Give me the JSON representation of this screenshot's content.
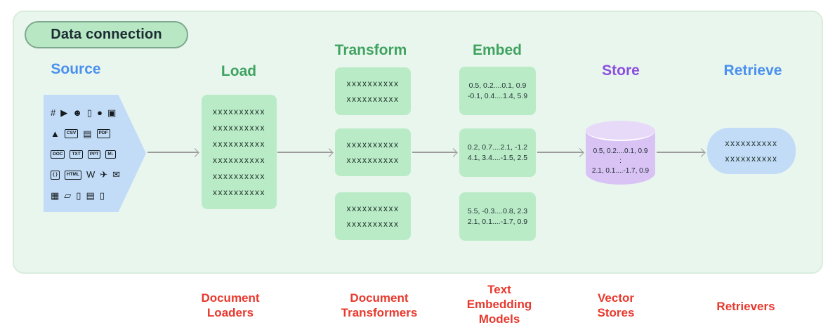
{
  "badge": {
    "label": "Data connection"
  },
  "headers": {
    "source": "Source",
    "load": "Load",
    "transform": "Transform",
    "embed": "Embed",
    "store": "Store",
    "retrieve": "Retrieve"
  },
  "source": {
    "icons": [
      {
        "name": "slack-icon",
        "glyph": "#"
      },
      {
        "name": "youtube-icon",
        "glyph": "▶"
      },
      {
        "name": "discord-icon",
        "glyph": "☻"
      },
      {
        "name": "file-icon",
        "glyph": "▯"
      },
      {
        "name": "github-icon",
        "glyph": "●"
      },
      {
        "name": "image-icon",
        "glyph": "▣"
      },
      {
        "name": "google-drive-icon",
        "glyph": "▲"
      },
      {
        "name": "csv-file-icon",
        "glyph": "CSV"
      },
      {
        "name": "document-icon",
        "glyph": "▤"
      },
      {
        "name": "pdf-file-icon",
        "glyph": "PDF"
      },
      {
        "name": "doc-file-icon",
        "glyph": "DOC"
      },
      {
        "name": "txt-file-icon",
        "glyph": "TXT"
      },
      {
        "name": "ppt-file-icon",
        "glyph": "PPT"
      },
      {
        "name": "markdown-icon",
        "glyph": "M↓"
      },
      {
        "name": "code-icon",
        "glyph": "{ }"
      },
      {
        "name": "html-icon",
        "glyph": "HTML"
      },
      {
        "name": "wikipedia-icon",
        "glyph": "W"
      },
      {
        "name": "twitter-icon",
        "glyph": "✈"
      },
      {
        "name": "email-icon",
        "glyph": "✉"
      },
      {
        "name": "archive-icon",
        "glyph": "▦"
      },
      {
        "name": "folder-icon",
        "glyph": "▱"
      },
      {
        "name": "file-icon-2",
        "glyph": "▯"
      },
      {
        "name": "file-icon-3",
        "glyph": "▤"
      },
      {
        "name": "file-icon-4",
        "glyph": "▯"
      }
    ]
  },
  "load": {
    "lines": [
      "xxxxxxxxxx",
      "xxxxxxxxxx",
      "xxxxxxxxxx",
      "xxxxxxxxxx",
      "xxxxxxxxxx",
      "xxxxxxxxxx"
    ]
  },
  "transform": {
    "boxes": [
      [
        "xxxxxxxxxx",
        "xxxxxxxxxx"
      ],
      [
        "xxxxxxxxxx",
        "xxxxxxxxxx"
      ],
      [
        "xxxxxxxxxx",
        "xxxxxxxxxx"
      ]
    ]
  },
  "embed": {
    "boxes": [
      [
        "0.5, 0.2....0.1, 0.9",
        "-0.1, 0.4....1.4, 5.9"
      ],
      [
        "0.2, 0.7....2.1, -1.2",
        "4.1, 3.4....-1.5, 2.5"
      ],
      [
        "5.5, -0.3....0.8, 2.3",
        "2.1, 0.1....-1.7, 0.9"
      ]
    ]
  },
  "store": {
    "lines": [
      "0.5, 0.2....0.1, 0.9",
      ":",
      "2.1, 0.1....-1.7, 0.9"
    ]
  },
  "retrieve": {
    "lines": [
      "xxxxxxxxxx",
      "xxxxxxxxxx"
    ]
  },
  "footer_labels": {
    "document_loaders": [
      "Document",
      "Loaders"
    ],
    "document_transformers": [
      "Document",
      "Transformers"
    ],
    "text_embedding_models": [
      "Text",
      "Embedding",
      "Models"
    ],
    "vector_stores": [
      "Vector",
      "Stores"
    ],
    "retrievers": [
      "Retrievers"
    ]
  },
  "colors": {
    "panel_bg": "#e9f6ee",
    "panel_border": "#d9ecdd",
    "badge_bg": "#b7e7c3",
    "badge_border": "#7fa98c",
    "blue": "#4a90ee",
    "green": "#3fa35f",
    "purple": "#8b4fe0",
    "red": "#e8392e",
    "green_box": "#b9ecc6",
    "blue_shape": "#c2dcf7",
    "cylinder_body": "#d9c3f4",
    "cylinder_top": "#e7daf9",
    "arrow": "#9b9b9b"
  }
}
